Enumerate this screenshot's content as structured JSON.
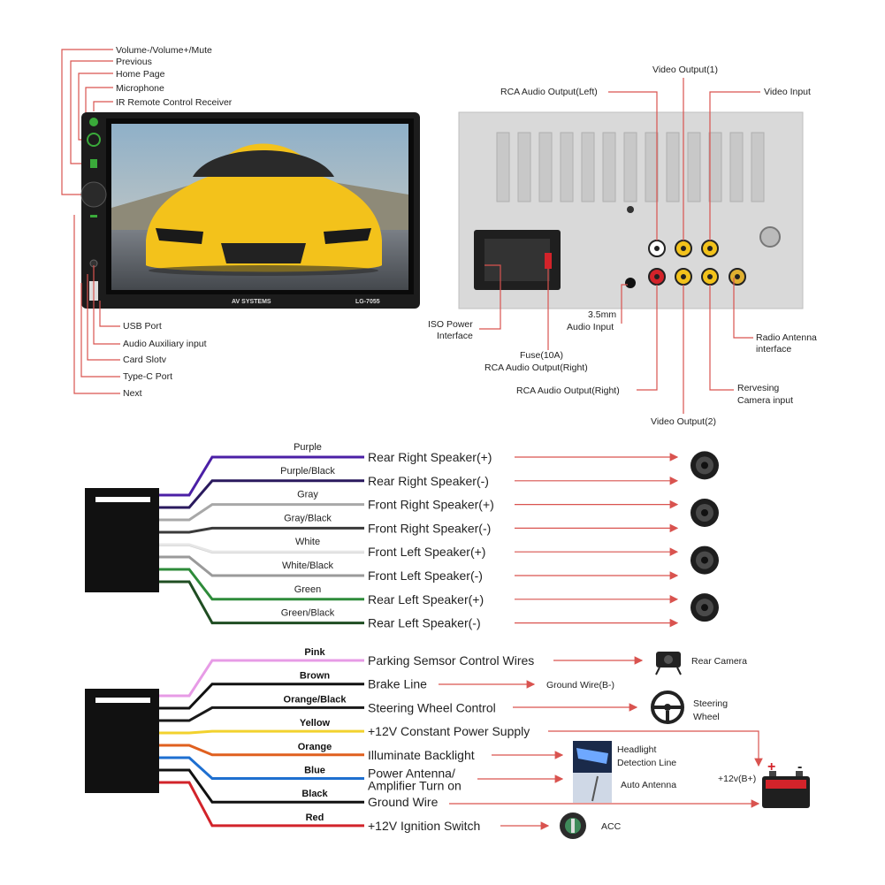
{
  "front_panel": {
    "labels_top": [
      "Volume-/Volume+/Mute",
      "Previous",
      "Home Page",
      "Microphone",
      "IR Remote Control Receiver"
    ],
    "labels_bottom": [
      "USB Port",
      "Audio Auxiliary input",
      "Card Slotv",
      "Type-C Port",
      "Next"
    ],
    "brand_text": "AV SYSTEMS",
    "model_text": "LG-7055"
  },
  "rear_panel": {
    "labels": {
      "rca_left": "RCA Audio Output(Left)",
      "video_out_1": "Video Output(1)",
      "video_input": "Video Input",
      "iso_power": [
        "ISO Power",
        "Interface"
      ],
      "fuse": [
        "Fuse(10A)",
        "RCA Audio Output(Right)"
      ],
      "aux_35": [
        "3.5mm",
        "Audio Input"
      ],
      "radio_antenna": [
        "Radio Antenna",
        "interface"
      ],
      "rca_right": "RCA  Audio Output(Right)",
      "reversing_cam": [
        "Rervesing",
        "Camera input"
      ],
      "video_out_2": "Video Output(2)"
    }
  },
  "speaker_wiring": {
    "wires": [
      {
        "color_name": "Purple",
        "function": "Rear Right Speaker(+)",
        "color": "#4b1fa6"
      },
      {
        "color_name": "Purple/Black",
        "function": "Rear Right Speaker(-)",
        "color": "#2a1a5e"
      },
      {
        "color_name": "Gray",
        "function": "Front Right Speaker(+)",
        "color": "#a8a8a8"
      },
      {
        "color_name": "Gray/Black",
        "function": "Front Right Speaker(-)",
        "color": "#3a3a3a"
      },
      {
        "color_name": "White",
        "function": "Front Left Speaker(+)",
        "color": "#e6e6e6"
      },
      {
        "color_name": "White/Black",
        "function": "Front Left Speaker(-)",
        "color": "#9a9a9a"
      },
      {
        "color_name": "Green",
        "function": "Rear Left Speaker(+)",
        "color": "#2e8b3a"
      },
      {
        "color_name": "Green/Black",
        "function": "Rear Left Speaker(-)",
        "color": "#1f4d22"
      }
    ]
  },
  "power_wiring": {
    "wires": [
      {
        "color_name": "Pink",
        "function": "Parking Semsor Control Wires",
        "color": "#e79be6"
      },
      {
        "color_name": "Brown",
        "function": "Brake Line",
        "color": "#111111"
      },
      {
        "color_name": "Orange/Black",
        "function": "Steering Wheel Control",
        "color": "#1a1a1a"
      },
      {
        "color_name": "Yellow",
        "function": "+12V Constant Power Supply",
        "color": "#f2d22e"
      },
      {
        "color_name": "Orange",
        "function": "Illuminate Backlight",
        "color": "#e0601f"
      },
      {
        "color_name": "Blue",
        "function": "Power Antenna/ Amplifier Turn on",
        "function_lines": [
          "Power Antenna/",
          "Amplifier Turn on"
        ],
        "color": "#1e6fd0"
      },
      {
        "color_name": "Black",
        "function": "Ground Wire",
        "color": "#111111"
      },
      {
        "color_name": "Red",
        "function": "+12V Ignition  Switch",
        "color": "#d2232a"
      }
    ],
    "targets": {
      "rear_camera": "Rear Camera",
      "ground": "Ground Wire(B-)",
      "steering": [
        "Steering",
        "Wheel"
      ],
      "headlight": [
        "Headlight",
        "Detection Line"
      ],
      "auto_antenna": "Auto Antenna",
      "battery": "+12v(B+)",
      "acc": "ACC",
      "plus": "+",
      "minus": "-"
    }
  },
  "colors": {
    "arrow": "#d9534f",
    "device_body": "#1c1c1c",
    "screen_car": "#f3c21b",
    "rear_panel": "#d9d9d9",
    "rca_red": "#d3232a",
    "rca_yellow": "#f2c21b"
  }
}
